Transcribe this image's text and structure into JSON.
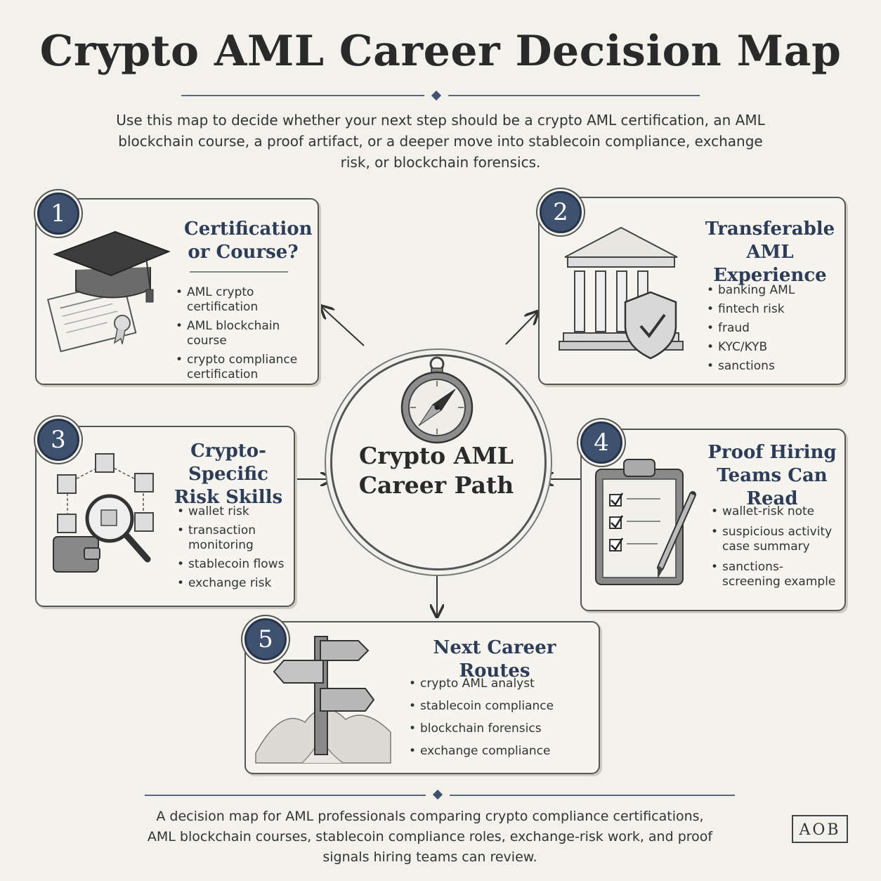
{
  "title": "Crypto AML Career Decision Map",
  "intro": "Use this map to decide whether your next step should be a crypto AML certification, an AML blockchain course, a proof artifact, or a deeper move into stablecoin compliance, exchange risk, or blockchain forensics.",
  "center": {
    "label": "Crypto AML Career Path",
    "icon": "compass-icon"
  },
  "cards": [
    {
      "number": "1",
      "title": "Certification or Course?",
      "icon": "graduation-cap-icon",
      "items": [
        "AML crypto certification",
        "AML blockchain course",
        "crypto compliance certification"
      ]
    },
    {
      "number": "2",
      "title": "Transferable AML Experience",
      "icon": "bank-shield-icon",
      "items": [
        "banking AML",
        "fintech risk",
        "fraud",
        "KYC/KYB",
        "sanctions"
      ]
    },
    {
      "number": "3",
      "title": "Crypto-Specific Risk Skills",
      "icon": "blockchain-magnifier-icon",
      "items": [
        "wallet risk",
        "transaction monitoring",
        "stablecoin flows",
        "exchange risk"
      ]
    },
    {
      "number": "4",
      "title": "Proof Hiring Teams Can Read",
      "icon": "clipboard-checklist-icon",
      "items": [
        "wallet-risk note",
        "suspicious activity case summary",
        "sanctions-screening example"
      ]
    },
    {
      "number": "5",
      "title": "Next Career Routes",
      "icon": "signpost-icon",
      "items": [
        "crypto AML analyst",
        "stablecoin compliance",
        "blockchain forensics",
        "exchange compliance"
      ]
    }
  ],
  "footer": "A decision map for AML professionals comparing crypto compliance certifications, AML blockchain courses, stablecoin compliance roles, exchange-risk work, and proof signals hiring teams can review.",
  "logo": "AOB",
  "colors": {
    "accent": "#3e516e",
    "title_blue": "#2e3d57",
    "background": "#f3f1ec"
  }
}
